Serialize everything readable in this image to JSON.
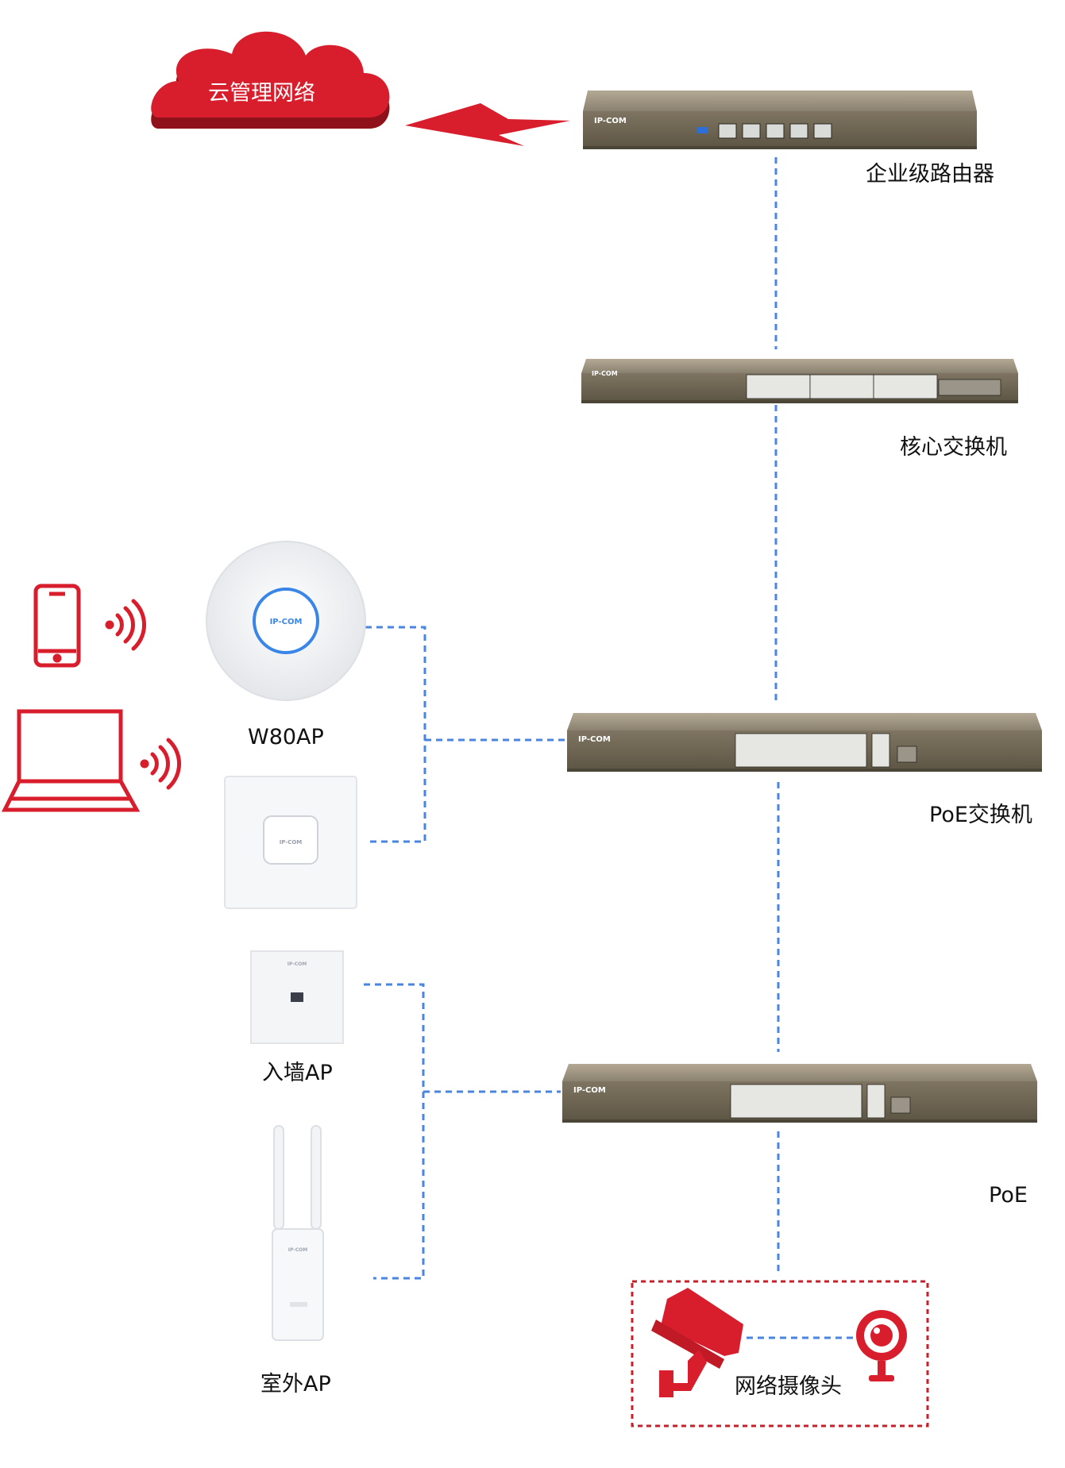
{
  "cloud": {
    "label": "云管理网络"
  },
  "devices": {
    "router": {
      "label": "企业级路由器",
      "brand": "IP-COM"
    },
    "core_switch": {
      "label": "核心交换机",
      "brand": "IP-COM"
    },
    "poe_switch_1": {
      "label": "PoE交换机",
      "brand": "IP-COM"
    },
    "poe_switch_2": {
      "label": "PoE",
      "brand": "IP-COM"
    },
    "ceiling_ap": {
      "label": "W80AP",
      "brand": "IP-COM"
    },
    "panel_ap": {
      "brand": "IP-COM"
    },
    "wall_ap": {
      "label": "入墙AP",
      "brand": "IP-COM"
    },
    "outdoor_ap": {
      "label": "室外AP",
      "brand": "IP-COM"
    },
    "camera_group": {
      "label": "网络摄像头"
    }
  },
  "colors": {
    "accent_red": "#d81e2c",
    "link_blue": "#4a86e0",
    "device_body": "#8f8470",
    "device_face": "#6f6654"
  },
  "icons": [
    "cloud-icon",
    "phone-icon",
    "laptop-icon",
    "wifi-signal-icon",
    "bullet-camera-icon",
    "dome-camera-icon"
  ]
}
